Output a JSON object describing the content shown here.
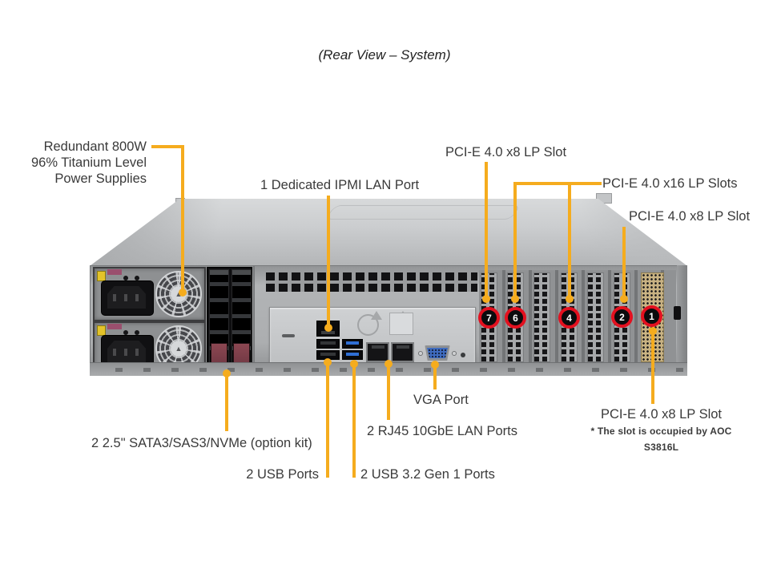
{
  "title": "(Rear View – System)",
  "labels": {
    "psu": [
      "Redundant  800W",
      "96% Titanium  Level",
      "Power Supplies"
    ],
    "ipmi": "1 Dedicated IPMI  LAN Port",
    "pcie_slot7": "PCI-E 4.0 x8 LP Slot",
    "pcie_x16": "PCI-E 4.0 x16 LP Slots",
    "pcie_slot2": "PCI-E 4.0 x8 LP Slot",
    "vga": "VGA Port",
    "lan": "2 RJ45 10GbE LAN Ports",
    "pcie_slot1": "PCI-E 4.0 x8 LP Slot",
    "pcie_slot1_note": "* The slot is occupied by AOC S3816L",
    "drives": "2 2.5\" SATA3/SAS3/NVMe (option kit)",
    "usb2": "2 USB Ports",
    "usb3": "2 USB 3.2 Gen 1 Ports"
  },
  "slots": {
    "numbers": [
      "7",
      "6",
      "4",
      "2",
      "1"
    ]
  },
  "colors": {
    "callout": "#F5AC1E",
    "badge_ring": "#E3101F",
    "badge_fill": "#0B0B0D",
    "chassis_silver": "#B2B4B6",
    "usb3_blue": "#2F6FD4",
    "vga_blue": "#3F6CC0"
  }
}
